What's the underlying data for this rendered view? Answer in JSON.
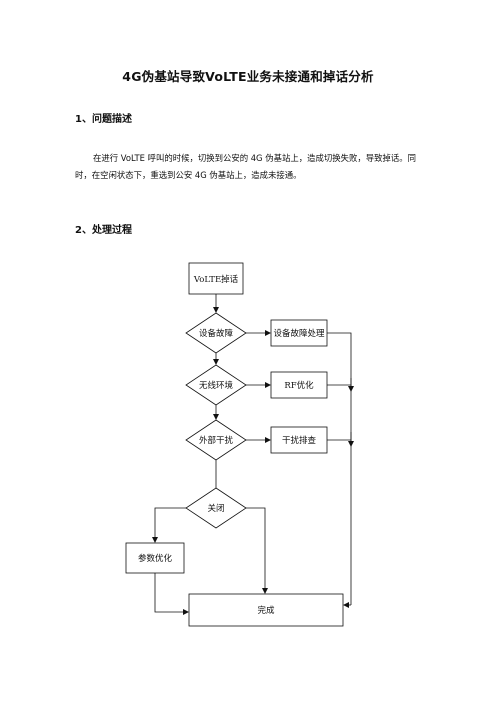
{
  "document": {
    "title": "4G伪基站导致VoLTE业务未接通和掉话分析",
    "section1": {
      "heading": "1、问题描述",
      "paragraph": "在进行 VoLTE 呼叫的时候，切换到公安的 4G 伪基站上，造成切换失败，导致掉话。同时，在空闲状态下，重选到公安 4G 伪基站上，造成未接通。"
    },
    "section2": {
      "heading": "2、处理过程"
    }
  },
  "flowchart": {
    "start": "VoLTE掉话",
    "decision1": "设备故障",
    "action1": "设备故障处理",
    "decision2": "无线环境",
    "action2": "RF优化",
    "decision3": "外部干扰",
    "action3": "干扰排查",
    "decision4": "关闭",
    "action4": "参数优化",
    "end": "完成"
  }
}
